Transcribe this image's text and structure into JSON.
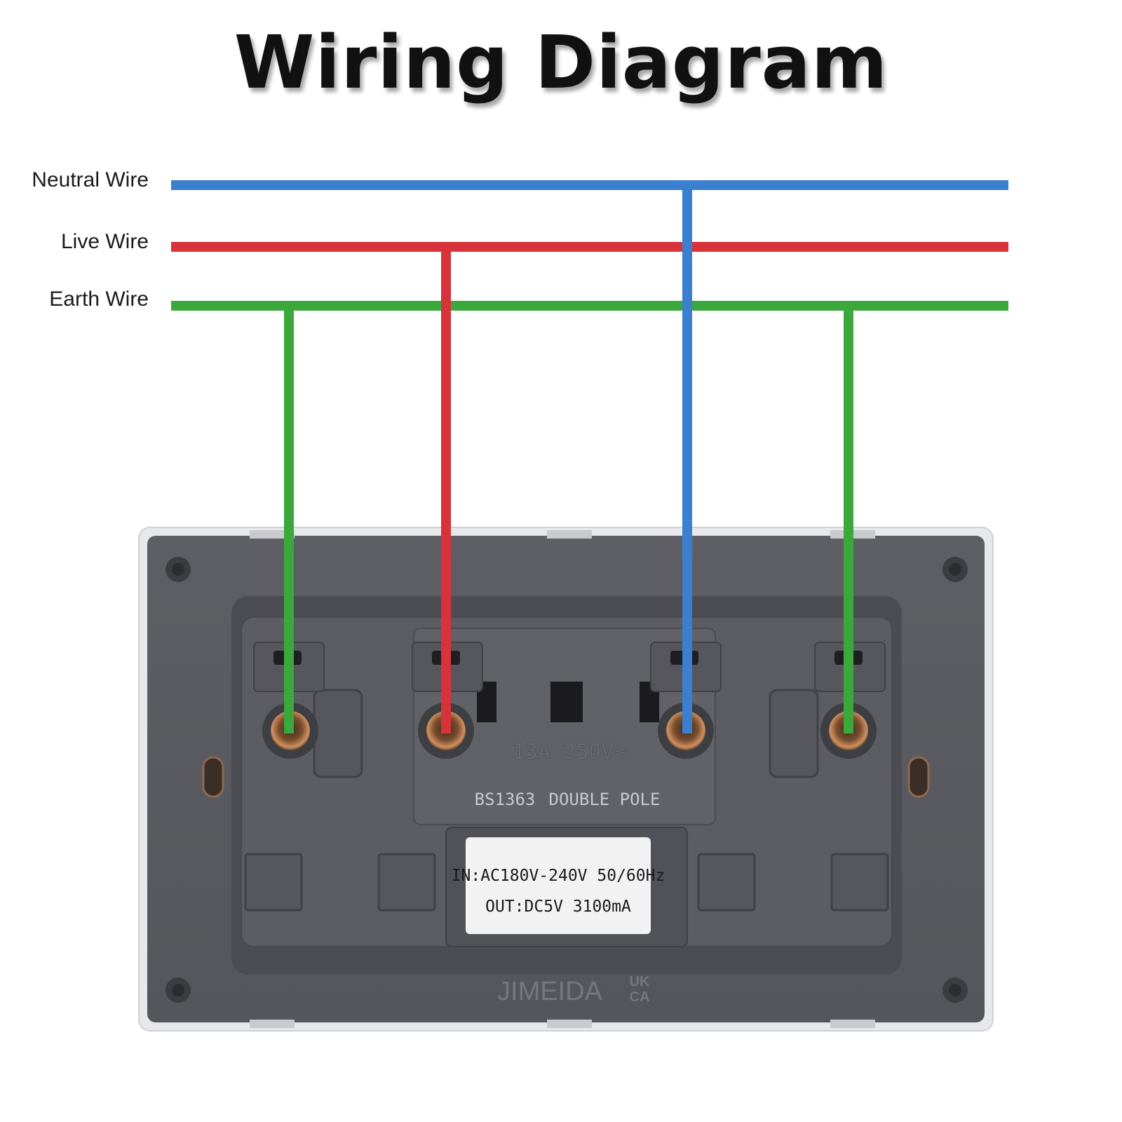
{
  "title": "Wiring Diagram",
  "wires": [
    {
      "label": "Neutral Wire",
      "color": "#3a7fd0"
    },
    {
      "label": "Live Wire",
      "color": "#d8333a"
    },
    {
      "label": "Earth Wire",
      "color": "#3aa83a"
    }
  ],
  "socket": {
    "rating": "13A 250V~",
    "standard": "BS1363",
    "pole": "DOUBLE POLE",
    "label_in": "IN:AC180V-240V 50/60Hz",
    "label_out": "OUT:DC5V 3100mA",
    "brand": "JIMEIDA",
    "mark_line1": "UK",
    "mark_line2": "CA"
  },
  "colors": {
    "plate": "#5a5c61",
    "plate_dark": "#45474b",
    "frame": "#e3e4e6",
    "terminal_copper": "#c8875a"
  }
}
